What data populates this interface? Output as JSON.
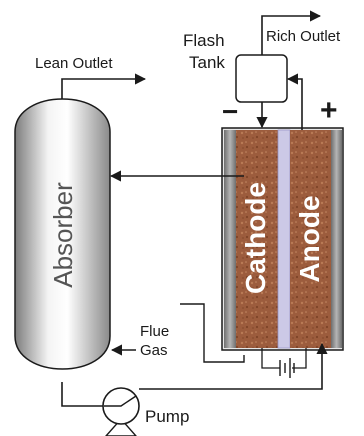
{
  "labels": {
    "lean_outlet": "Lean Outlet",
    "rich_outlet": "Rich Outlet",
    "flash": "Flash",
    "tank": "Tank",
    "absorber": "Absorber",
    "cathode": "Cathode",
    "anode": "Anode",
    "flue": "Flue",
    "gas": "Gas",
    "pump": "Pump",
    "minus": "−",
    "plus": "+"
  },
  "colors": {
    "line": "#1a1a1a",
    "electrode": "#9a5a3c",
    "electrode_text": "#ffffff",
    "plate": "#8c8c8c",
    "membrane": "#ccc9e6",
    "absorber_light": "#fafafa",
    "absorber_dark": "#8a8a8a"
  }
}
